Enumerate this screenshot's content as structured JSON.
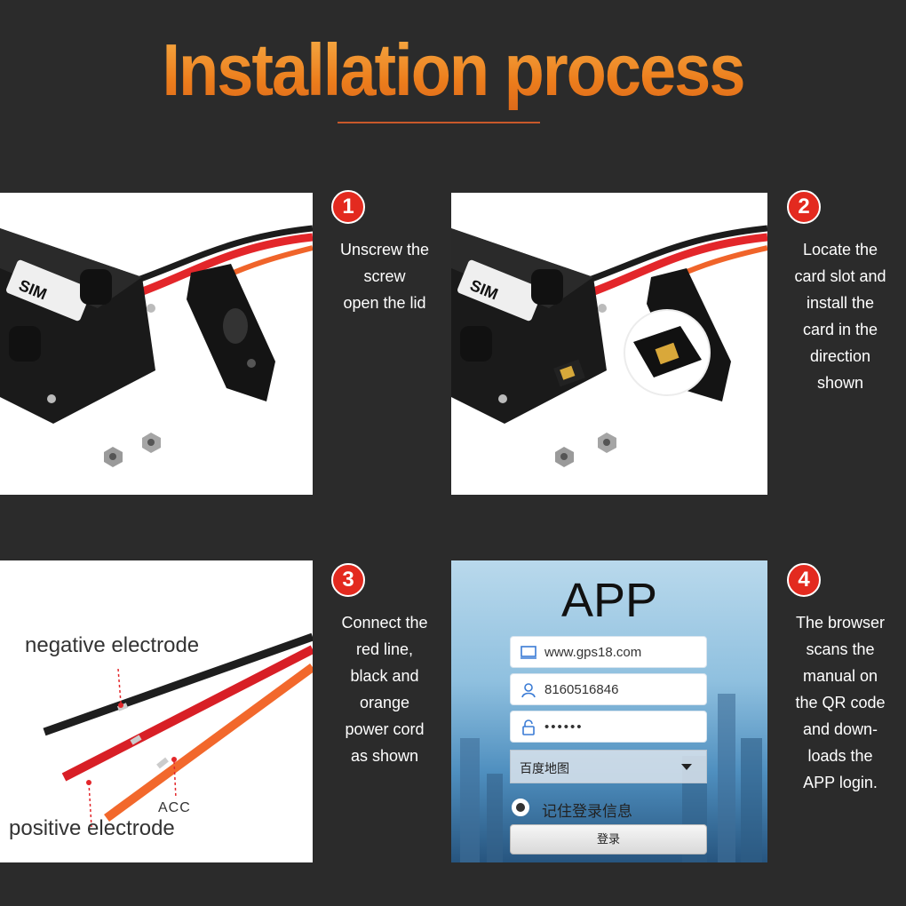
{
  "title": "Installation process",
  "steps": [
    {
      "number": "1",
      "lines": [
        "Unscrew the",
        "screw",
        "open the lid"
      ]
    },
    {
      "number": "2",
      "lines": [
        "Locate the",
        "card slot and",
        "install the",
        "card in the",
        "direction",
        "shown"
      ]
    },
    {
      "number": "3",
      "lines": [
        "Connect the",
        "red line,",
        "black and",
        "orange",
        "power cord",
        "as shown"
      ]
    },
    {
      "number": "4",
      "lines": [
        "The browser",
        "scans the",
        "manual on",
        "the QR code",
        "and down-",
        "loads the",
        "APP login."
      ]
    }
  ],
  "panel1": {
    "sim_label": "SIM"
  },
  "panel2": {
    "sim_label": "SIM"
  },
  "panel3": {
    "negative_label": "negative electrode",
    "positive_label": "positive electrode",
    "acc_label": "ACC"
  },
  "app": {
    "title": "APP",
    "server": "www.gps18.com",
    "account": "8160516846",
    "password": "••••••",
    "map_select": "百度地图",
    "remember": "记住登录信息",
    "login": "登录"
  },
  "colors": {
    "background": "#2b2b2b",
    "title_orange": "#ec7d1c",
    "badge_red": "#e32a1f",
    "wire_red": "#e3262a",
    "wire_orange": "#f0642a",
    "wire_black": "#222222"
  },
  "icons": [
    "monitor-icon",
    "user-icon",
    "lock-icon",
    "caret-down-icon"
  ]
}
